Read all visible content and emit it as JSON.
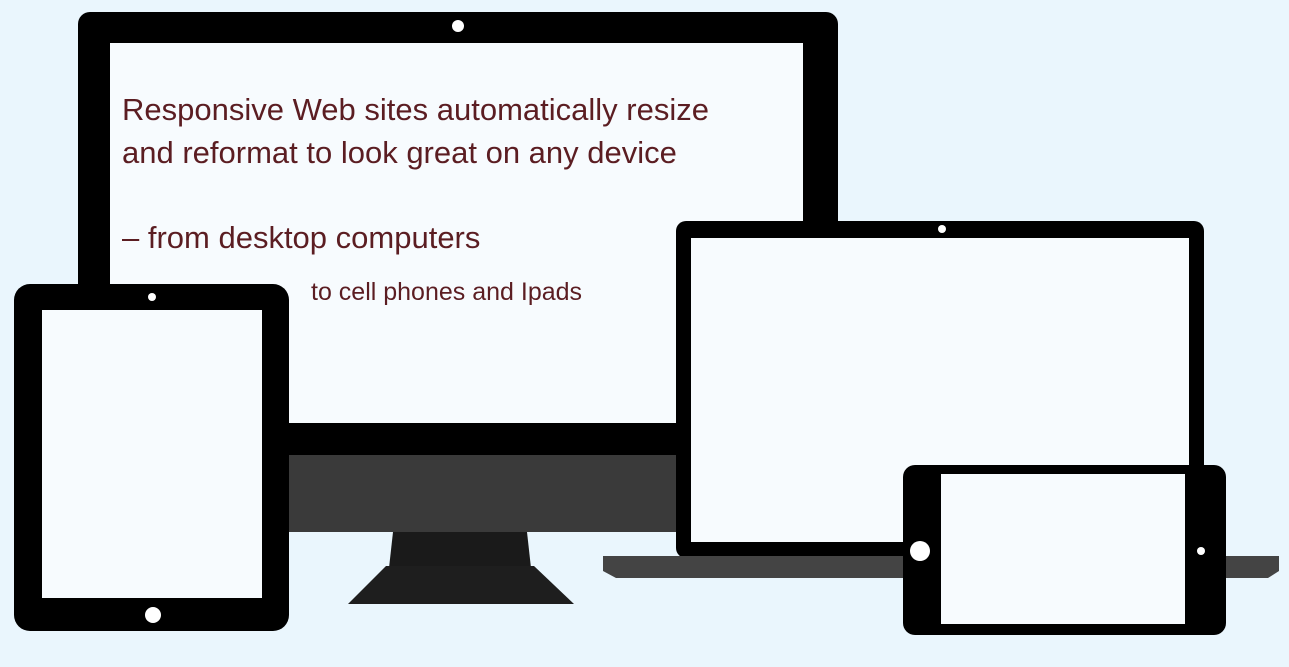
{
  "copy": {
    "headline_line1": "Responsive Web sites automatically resize",
    "headline_line2": "and reformat to look great on any device",
    "line_desktop": "– from desktop computers",
    "line_mobile": "to cell phones and Ipads"
  },
  "colors": {
    "background": "#eaf6fd",
    "device_frame": "#000000",
    "screen": "#f7fbfe",
    "text": "#5b1d22",
    "stand_grey": "#3a3a3a"
  },
  "icons": {
    "desktop": "desktop-monitor-icon",
    "tablet": "tablet-icon",
    "laptop": "laptop-icon",
    "phone": "smartphone-icon"
  }
}
